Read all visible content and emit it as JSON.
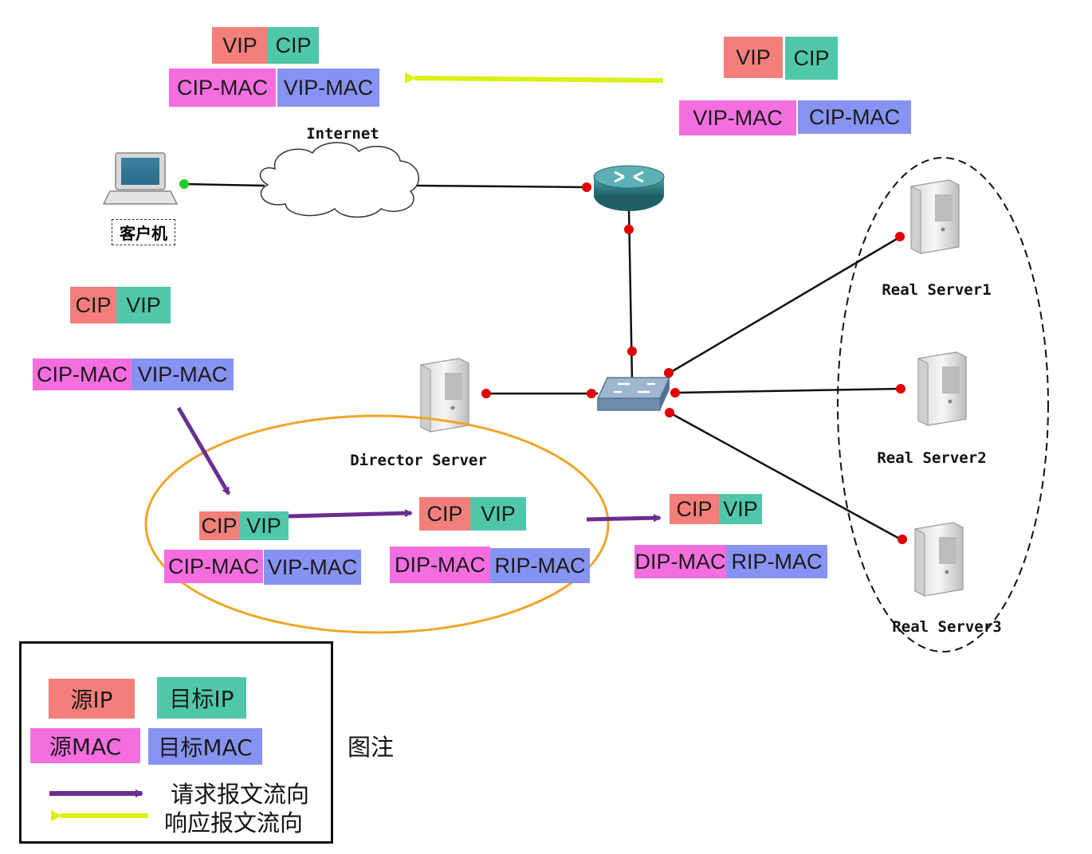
{
  "internet_label": "Internet",
  "client_label": "客户机",
  "director_label": "Director Server",
  "real_servers": [
    "Real Server1",
    "Real Server2",
    "Real Server3"
  ],
  "packets": {
    "response_top_left": {
      "src_ip": "VIP",
      "dst_ip": "CIP",
      "src_mac": "CIP-MAC",
      "dst_mac": "VIP-MAC"
    },
    "response_top_right": {
      "src_ip": "VIP",
      "dst_ip": "CIP",
      "src_mac": "VIP-MAC",
      "dst_mac": "CIP-MAC"
    },
    "request_client": {
      "src_ip": "CIP",
      "dst_ip": "VIP",
      "src_mac": "CIP-MAC",
      "dst_mac": "VIP-MAC"
    },
    "request_director_in": {
      "src_ip": "CIP",
      "dst_ip": "VIP",
      "src_mac": "CIP-MAC",
      "dst_mac": "VIP-MAC"
    },
    "request_director_out": {
      "src_ip": "CIP",
      "dst_ip": "VIP",
      "src_mac": "DIP-MAC",
      "dst_mac": "RIP-MAC"
    },
    "request_to_real": {
      "src_ip": "CIP",
      "dst_ip": "VIP",
      "src_mac": "DIP-MAC",
      "dst_mac": "RIP-MAC"
    }
  },
  "legend": {
    "src_ip": "源IP",
    "dst_ip": "目标IP",
    "src_mac": "源MAC",
    "dst_mac": "目标MAC",
    "request_flow": "请求报文流向",
    "response_flow": "响应报文流向",
    "title": "图注"
  },
  "colors": {
    "src_ip": "#f47f7a",
    "dst_ip": "#4fc8a9",
    "src_mac": "#f56ee0",
    "dst_mac": "#8793f2",
    "request_arrow": "#6a2d91",
    "response_arrow": "#dcf016",
    "director_ellipse": "#f0a526",
    "link_dot": "#e00000",
    "client_dot": "#22cc22"
  }
}
